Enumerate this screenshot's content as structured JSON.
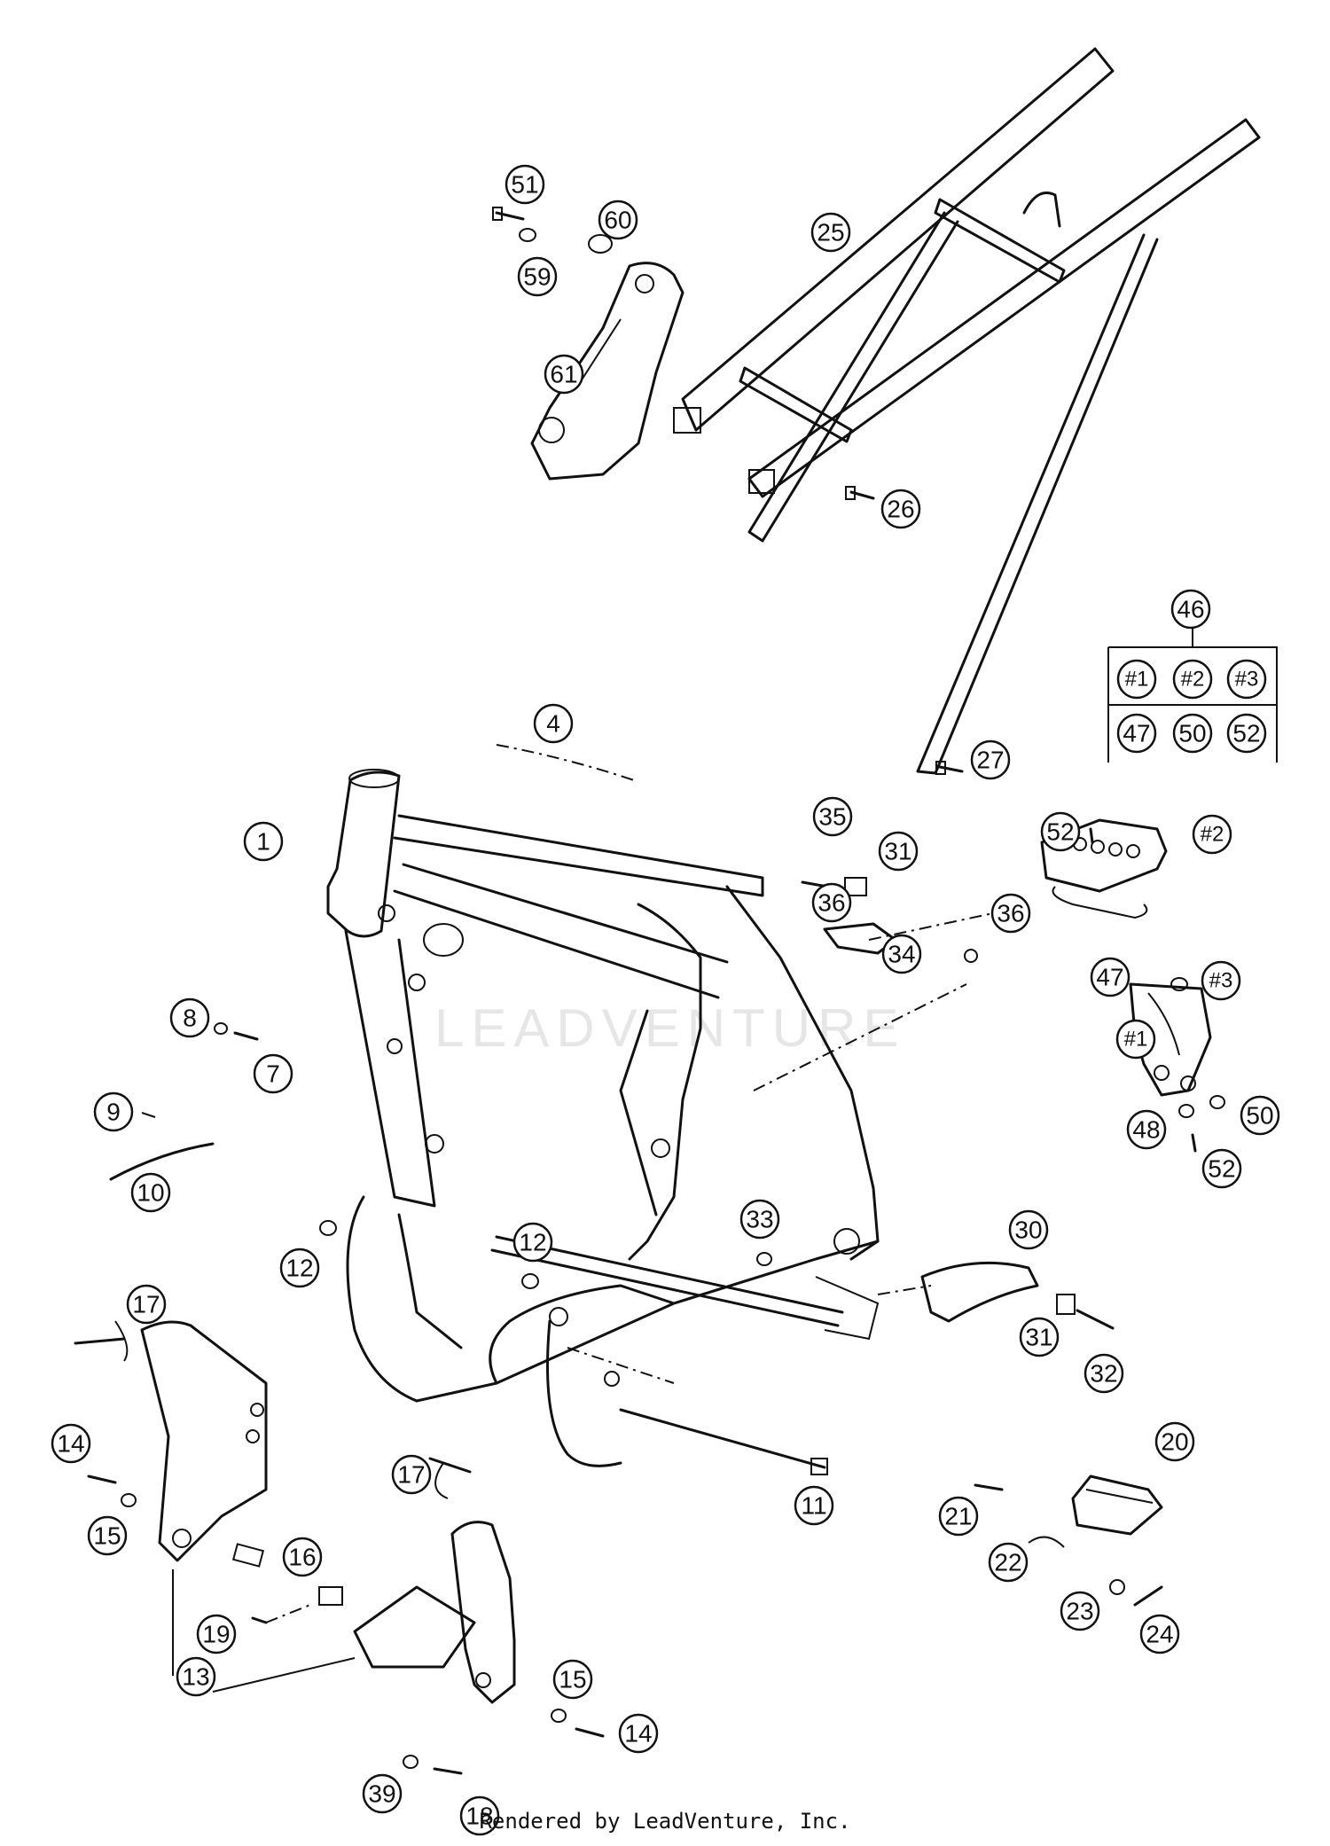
{
  "diagram": {
    "watermark": "LEADVENTURE",
    "footer": "Rendered by LeadVenture, Inc.",
    "kit": {
      "number": "46",
      "members": [
        "#1",
        "#2",
        "#3",
        "47",
        "50",
        "52"
      ]
    },
    "callouts": [
      {
        "id": "51",
        "label": "51"
      },
      {
        "id": "60",
        "label": "60"
      },
      {
        "id": "59",
        "label": "59"
      },
      {
        "id": "61",
        "label": "61"
      },
      {
        "id": "25",
        "label": "25"
      },
      {
        "id": "26",
        "label": "26"
      },
      {
        "id": "4",
        "label": "4"
      },
      {
        "id": "27",
        "label": "27"
      },
      {
        "id": "1",
        "label": "1"
      },
      {
        "id": "35",
        "label": "35"
      },
      {
        "id": "31a",
        "label": "31"
      },
      {
        "id": "36a",
        "label": "36"
      },
      {
        "id": "36b",
        "label": "36"
      },
      {
        "id": "34",
        "label": "34"
      },
      {
        "id": "52a",
        "label": "52"
      },
      {
        "id": "h2",
        "label": "#2"
      },
      {
        "id": "47",
        "label": "47"
      },
      {
        "id": "h3",
        "label": "#3"
      },
      {
        "id": "h1",
        "label": "#1"
      },
      {
        "id": "48",
        "label": "48"
      },
      {
        "id": "50",
        "label": "50"
      },
      {
        "id": "52b",
        "label": "52"
      },
      {
        "id": "8",
        "label": "8"
      },
      {
        "id": "7",
        "label": "7"
      },
      {
        "id": "9",
        "label": "9"
      },
      {
        "id": "10",
        "label": "10"
      },
      {
        "id": "12a",
        "label": "12"
      },
      {
        "id": "12b",
        "label": "12"
      },
      {
        "id": "33",
        "label": "33"
      },
      {
        "id": "30",
        "label": "30"
      },
      {
        "id": "31b",
        "label": "31"
      },
      {
        "id": "32",
        "label": "32"
      },
      {
        "id": "17a",
        "label": "17"
      },
      {
        "id": "14a",
        "label": "14"
      },
      {
        "id": "15a",
        "label": "15"
      },
      {
        "id": "16",
        "label": "16"
      },
      {
        "id": "13",
        "label": "13"
      },
      {
        "id": "19",
        "label": "19"
      },
      {
        "id": "17b",
        "label": "17"
      },
      {
        "id": "11",
        "label": "11"
      },
      {
        "id": "20",
        "label": "20"
      },
      {
        "id": "21",
        "label": "21"
      },
      {
        "id": "22",
        "label": "22"
      },
      {
        "id": "23",
        "label": "23"
      },
      {
        "id": "24",
        "label": "24"
      },
      {
        "id": "15b",
        "label": "15"
      },
      {
        "id": "14b",
        "label": "14"
      },
      {
        "id": "39",
        "label": "39"
      },
      {
        "id": "18",
        "label": "18"
      }
    ]
  }
}
